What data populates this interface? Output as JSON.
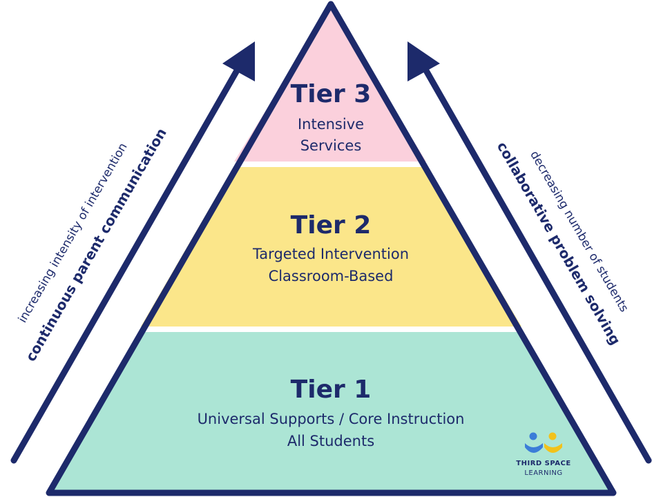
{
  "colors": {
    "outline": "#1d2a6b",
    "tier3_fill": "#fbd0dc",
    "tier2_fill": "#fbe68a",
    "tier1_fill": "#ace5d5",
    "logo_blue": "#3b7dd8",
    "logo_yellow": "#f2c21b"
  },
  "tiers": {
    "tier3": {
      "title": "Tier 3",
      "line1": "Intensive",
      "line2": "Services"
    },
    "tier2": {
      "title": "Tier 2",
      "line1": "Targeted Intervention",
      "line2": "Classroom-Based"
    },
    "tier1": {
      "title": "Tier 1",
      "line1": "Universal Supports / Core Instruction",
      "line2": "All Students"
    }
  },
  "left_arrow": {
    "small_label": "increasing intensity of intervention",
    "big_label": "continuous parent communication"
  },
  "right_arrow": {
    "small_label": "decreasing number of students",
    "big_label": "collaborative problem solving"
  },
  "logo": {
    "line1": "THIRD SPACE",
    "line2": "LEARNING"
  }
}
